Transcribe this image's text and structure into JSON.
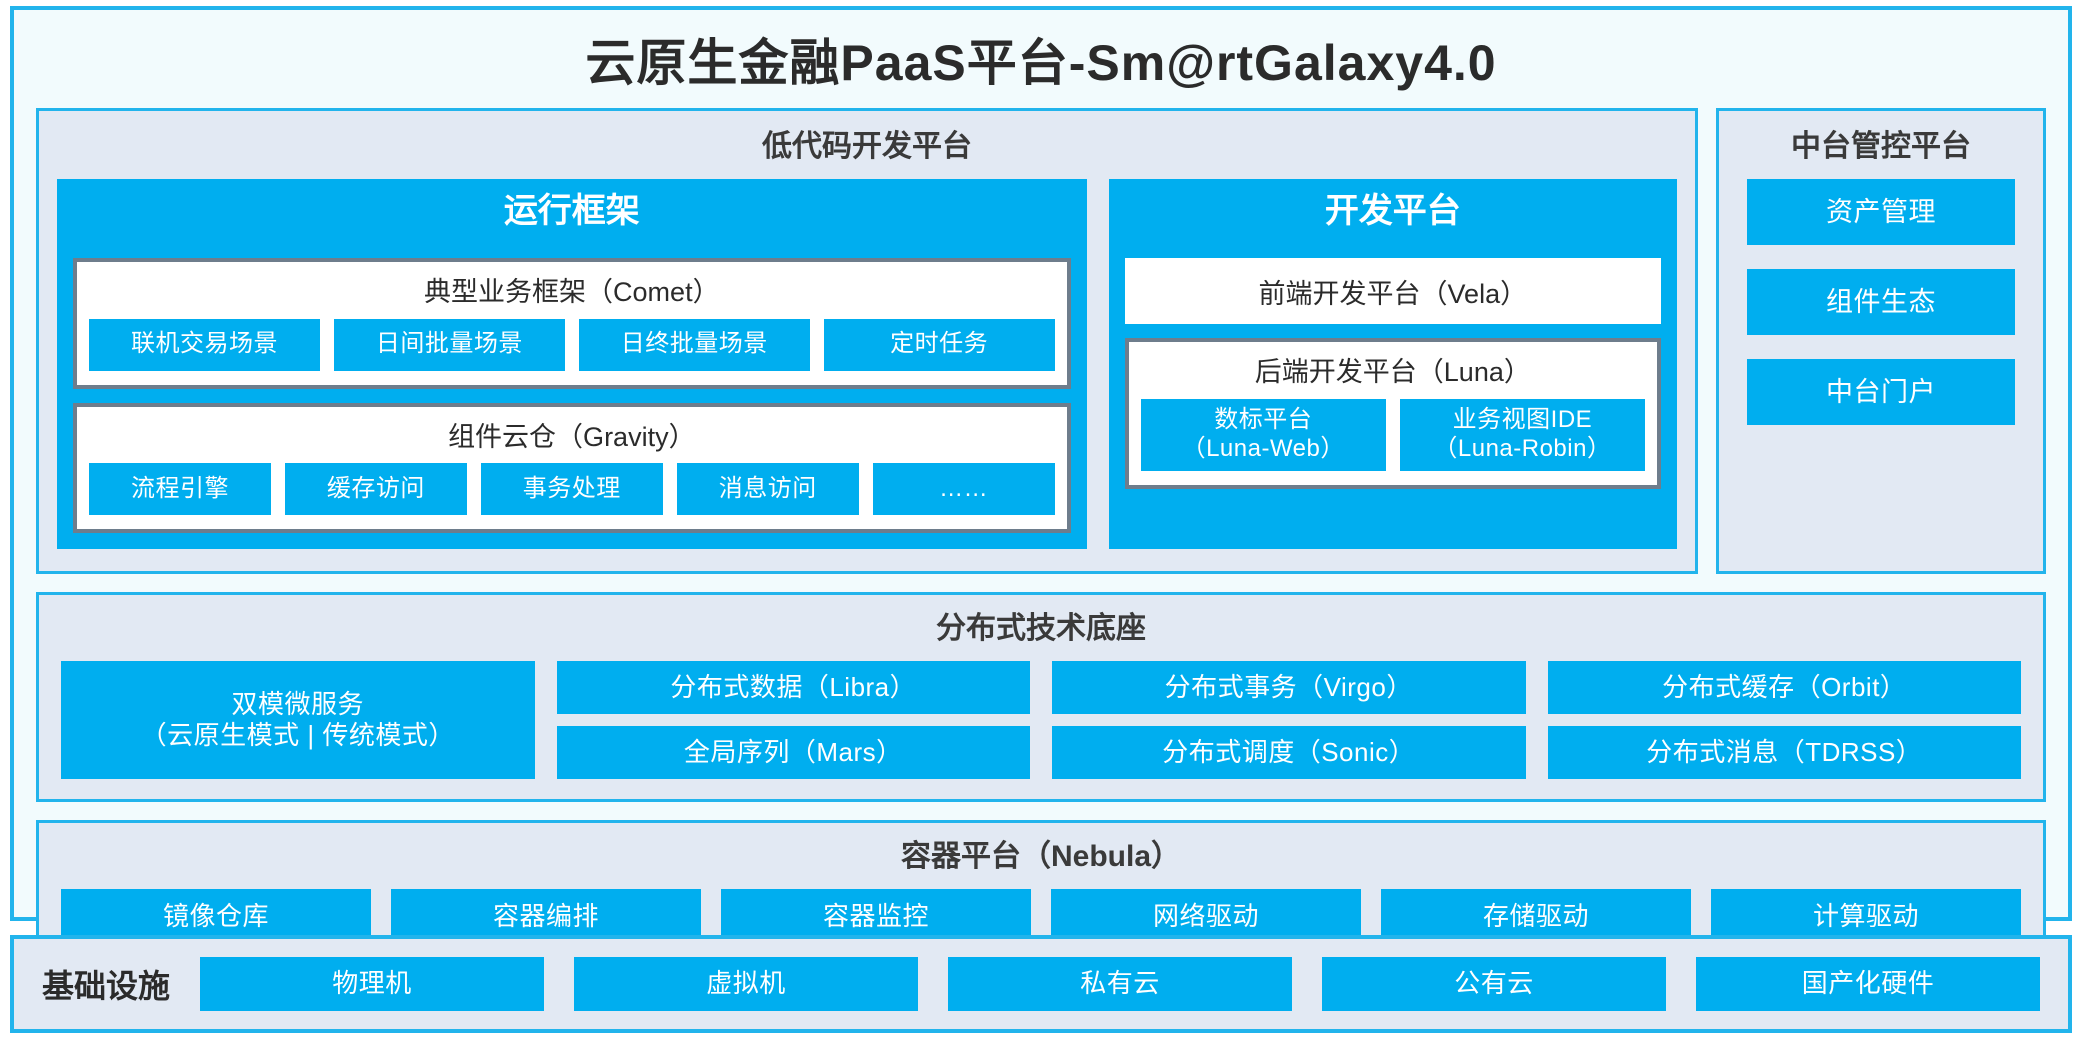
{
  "title": "云原生金融PaaS平台-Sm@rtGalaxy4.0",
  "colors": {
    "accent_blue": "#00AEEF",
    "frame_blue": "#22B4EC",
    "panel_bg": "#E2E9F3",
    "page_bg": "#F2FBFD",
    "card_border_gray": "#6E7D8C",
    "text_dark": "#2B2B2B"
  },
  "lowcode": {
    "heading": "低代码开发平台",
    "runtime": {
      "title": "运行框架",
      "comet": {
        "title": "典型业务框架（Comet）",
        "items": [
          "联机交易场景",
          "日间批量场景",
          "日终批量场景",
          "定时任务"
        ]
      },
      "gravity": {
        "title": "组件云仓（Gravity）",
        "items": [
          "流程引擎",
          "缓存访问",
          "事务处理",
          "消息访问",
          "……"
        ]
      }
    },
    "devplatform": {
      "title": "开发平台",
      "frontend": "前端开发平台（Vela）",
      "backend": {
        "title": "后端开发平台（Luna）",
        "items": [
          "数标平台\n（Luna-Web）",
          "业务视图IDE\n（Luna-Robin）"
        ]
      }
    }
  },
  "midoffice": {
    "heading": "中台管控平台",
    "items": [
      "资产管理",
      "组件生态",
      "中台门户"
    ]
  },
  "distributed": {
    "heading": "分布式技术底座",
    "wide": "双模微服务\n（云原生模式 | 传统模式）",
    "columns": [
      [
        "分布式数据（Libra）",
        "全局序列（Mars）"
      ],
      [
        "分布式事务（Virgo）",
        "分布式调度（Sonic）"
      ],
      [
        "分布式缓存（Orbit）",
        "分布式消息（TDRSS）"
      ]
    ]
  },
  "container": {
    "heading": "容器平台（Nebula）",
    "items": [
      "镜像仓库",
      "容器编排",
      "容器监控",
      "网络驱动",
      "存储驱动",
      "计算驱动"
    ]
  },
  "infrastructure": {
    "label": "基础设施",
    "items": [
      "物理机",
      "虚拟机",
      "私有云",
      "公有云",
      "国产化硬件"
    ]
  }
}
